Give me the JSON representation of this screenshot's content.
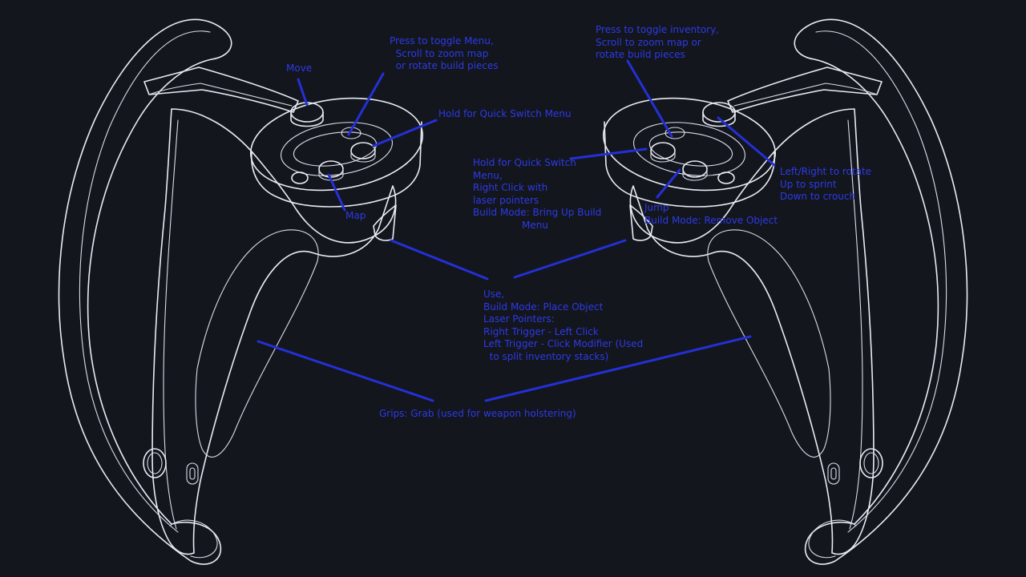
{
  "colors": {
    "background": "#13161d",
    "outline": "#e8ebf2",
    "annotation": "#2e3ae6"
  },
  "labels": {
    "move": "Move",
    "left_thumbstick_click": "Press to toggle Menu,\n  Scroll to zoom map\n  or rotate build pieces",
    "left_quick_switch": "Hold for Quick Switch Menu",
    "map": "Map",
    "right_thumbstick_click": "Press to toggle inventory,\nScroll to zoom map or\nrotate build pieces",
    "right_quick_switch": "Hold for Quick Switch\nMenu,\nRight Click with\nlaser pointers\nBuild Mode: Bring Up Build\n                Menu",
    "right_stick": "Left/Right to rotate\nUp to sprint\nDown to crouch",
    "jump": "Jump\nBuild Mode: Remove Object",
    "trigger": "Use,\nBuild Mode: Place Object\nLaser Pointers:\nRight Trigger - Left Click\nLeft Trigger - Click Modifier (Used\n  to split inventory stacks)",
    "grips": "Grips: Grab (used for weapon holstering)"
  }
}
